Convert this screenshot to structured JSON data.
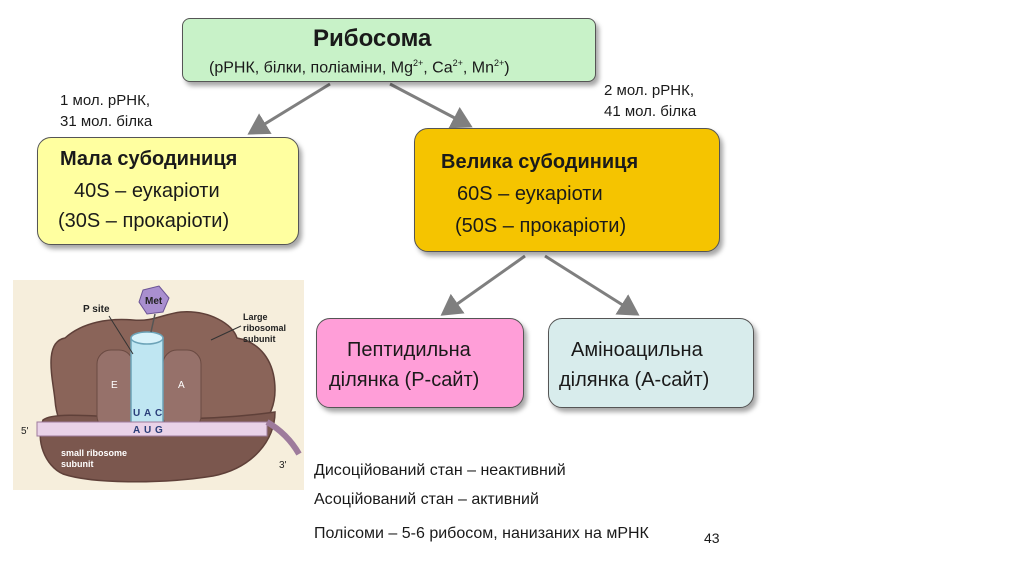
{
  "ribosome": {
    "title": "Рибосома",
    "composition_prefix": "(рРНК, білки, поліаміни, Mg",
    "mg_charge": "2+",
    "ca_text": ", Ca",
    "ca_charge": "2+",
    "mn_text": ", Mn",
    "mn_charge": "2+",
    "composition_suffix": ")"
  },
  "small_subunit": {
    "note_line1": "1 мол. рРНК,",
    "note_line2": "31 мол. білка",
    "title": "Мала субодиниця",
    "euk": "40S – еукаріоти",
    "prok": "(30S – прокаріоти)"
  },
  "large_subunit": {
    "note_line1": "2 мол. рРНК,",
    "note_line2": "41 мол. білка",
    "title": "Велика субодиниця",
    "euk": "60S – еукаріоти",
    "prok": "(50S – прокаріоти)"
  },
  "p_site": {
    "line1": "Пептидильна",
    "line2": "ділянка (Р-сайт)"
  },
  "a_site": {
    "line1": "Аміноацильна",
    "line2": "ділянка (А-сайт)"
  },
  "statements": [
    "Дисоційований стан – неактивний",
    "Асоційований стан – активний",
    "Полісоми – 5-6 рибосом, нанизаних на мРНК"
  ],
  "page_number": "43",
  "illustration": {
    "met": "Met",
    "p_site_label": "P site",
    "large_label_1": "Large",
    "large_label_2": "ribosomal",
    "large_label_3": "subunit",
    "e_site": "E",
    "a_site": "A",
    "anticodon": [
      "U",
      "A",
      "C"
    ],
    "codon": [
      "A",
      "U",
      "G"
    ],
    "five_prime": "5'",
    "three_prime": "3'",
    "small_label_1": "small ribosome",
    "small_label_2": "subunit"
  },
  "colors": {
    "ribosome_box": "#c8f2c8",
    "small_box": "#ffffa0",
    "large_box": "#f5c400",
    "p_box": "#ff9ed8",
    "a_box": "#d8ecec",
    "arrow": "#7f7f7f"
  }
}
